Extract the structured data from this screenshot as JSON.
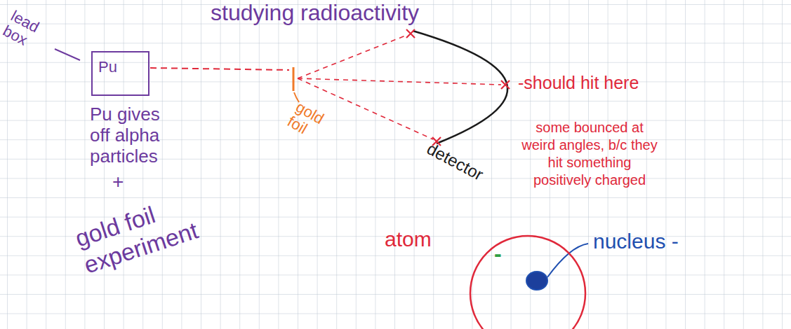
{
  "diagram": {
    "title": "studying radioactivity",
    "nodes": [
      {
        "text": [
          "Pu"
        ]
      },
      {
        "text": [
          "-"
        ]
      }
    ],
    "labels": [
      "lead box",
      "Pu gives off alpha particles",
      "+",
      "gold foil experiment",
      "gold foil",
      "detector",
      "-should hit here",
      "some bounced at weird angles, b/c they hit something positively charged",
      "atom",
      "nucleus -"
    ]
  }
}
